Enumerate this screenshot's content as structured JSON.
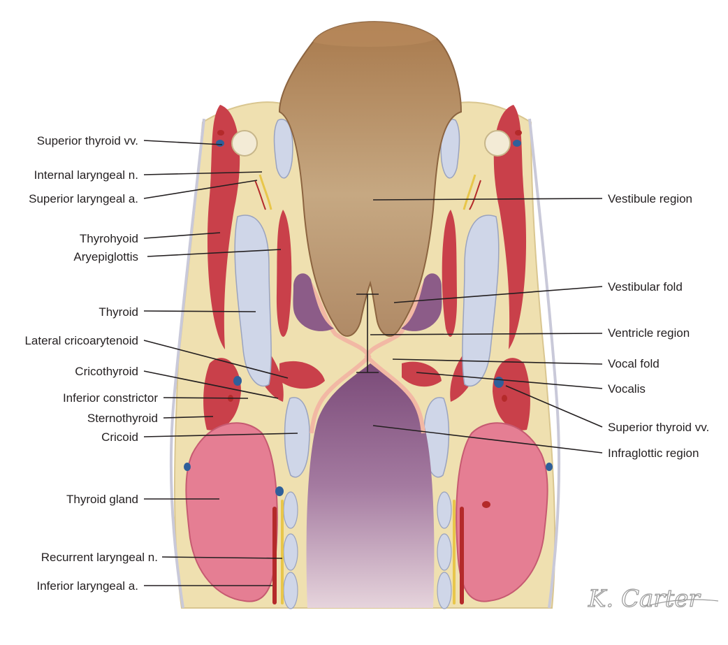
{
  "colors": {
    "epiglottis": "#b98a5c",
    "lumen": "#c6a882",
    "mucosa": "#f2b8a4",
    "muscle": "#c9404a",
    "fat": "#efe0b0",
    "cartilage": "#cfd6e8",
    "gland": "#e57e93",
    "vein": "#2f5f9a",
    "artery": "#b42a2a",
    "nerve": "#e8c64a",
    "infraglottic": "#8c5c88"
  },
  "labels_left": [
    {
      "id": "superior-thyroid-vv-left",
      "text": "Superior thyroid vv."
    },
    {
      "id": "internal-laryngeal-n",
      "text": "Internal laryngeal n."
    },
    {
      "id": "superior-laryngeal-a",
      "text": "Superior laryngeal a."
    },
    {
      "id": "thyrohyoid",
      "text": "Thyrohyoid"
    },
    {
      "id": "aryepiglottis",
      "text": "Aryepiglottis"
    },
    {
      "id": "thyroid",
      "text": "Thyroid"
    },
    {
      "id": "lateral-cricoarytenoid",
      "text": "Lateral cricoarytenoid"
    },
    {
      "id": "cricothyroid",
      "text": "Cricothyroid"
    },
    {
      "id": "inferior-constrictor",
      "text": "Inferior constrictor"
    },
    {
      "id": "sternothyroid",
      "text": "Sternothyroid"
    },
    {
      "id": "cricoid",
      "text": "Cricoid"
    },
    {
      "id": "thyroid-gland",
      "text": "Thyroid gland"
    },
    {
      "id": "recurrent-laryngeal-n",
      "text": "Recurrent laryngeal n."
    },
    {
      "id": "inferior-laryngeal-a",
      "text": "Inferior laryngeal a."
    }
  ],
  "labels_right": [
    {
      "id": "vestibule-region",
      "text": "Vestibule region"
    },
    {
      "id": "vestibular-fold",
      "text": "Vestibular fold"
    },
    {
      "id": "ventricle-region",
      "text": "Ventricle region"
    },
    {
      "id": "vocal-fold",
      "text": "Vocal fold"
    },
    {
      "id": "vocalis",
      "text": "Vocalis"
    },
    {
      "id": "superior-thyroid-vv-right",
      "text": "Superior thyroid vv."
    },
    {
      "id": "infraglottic-region",
      "text": "Infraglottic region"
    }
  ],
  "signature": "K. Carter"
}
